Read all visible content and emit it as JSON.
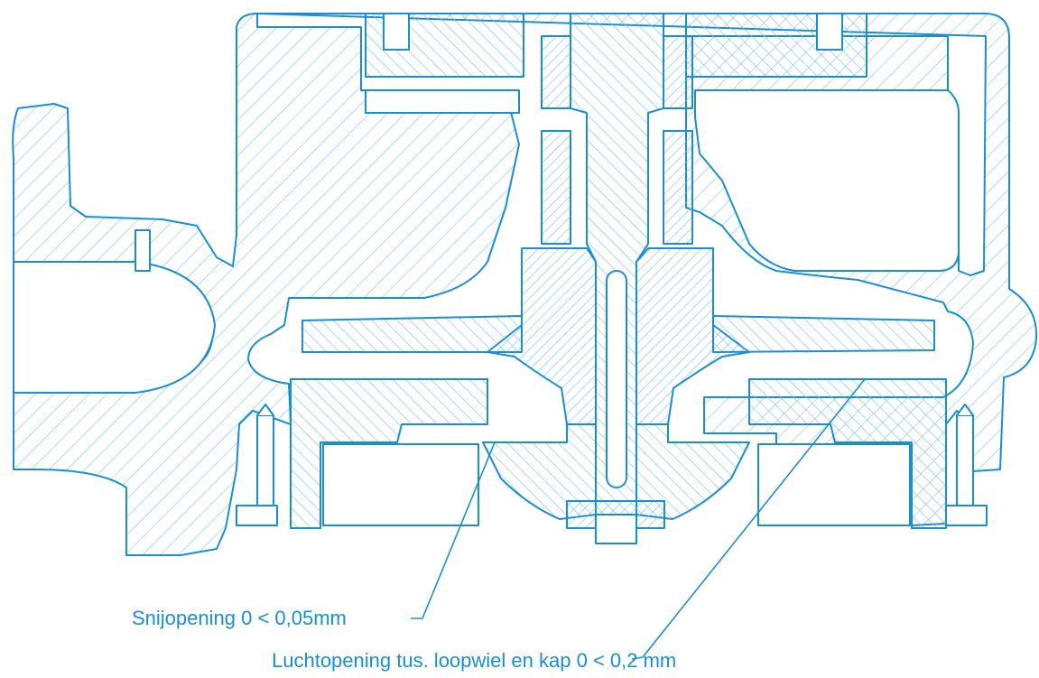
{
  "annotations": {
    "cut_gap": {
      "label": "Snijopening",
      "value": "0 < 0,05mm"
    },
    "air_gap": {
      "label": "Luchtopening tus. loopwiel en kap",
      "value": "0 < 0,2 mm"
    }
  },
  "colors": {
    "line": "#1a8fd0",
    "hatch": "#7cc3ea",
    "background": "#ffffff"
  }
}
